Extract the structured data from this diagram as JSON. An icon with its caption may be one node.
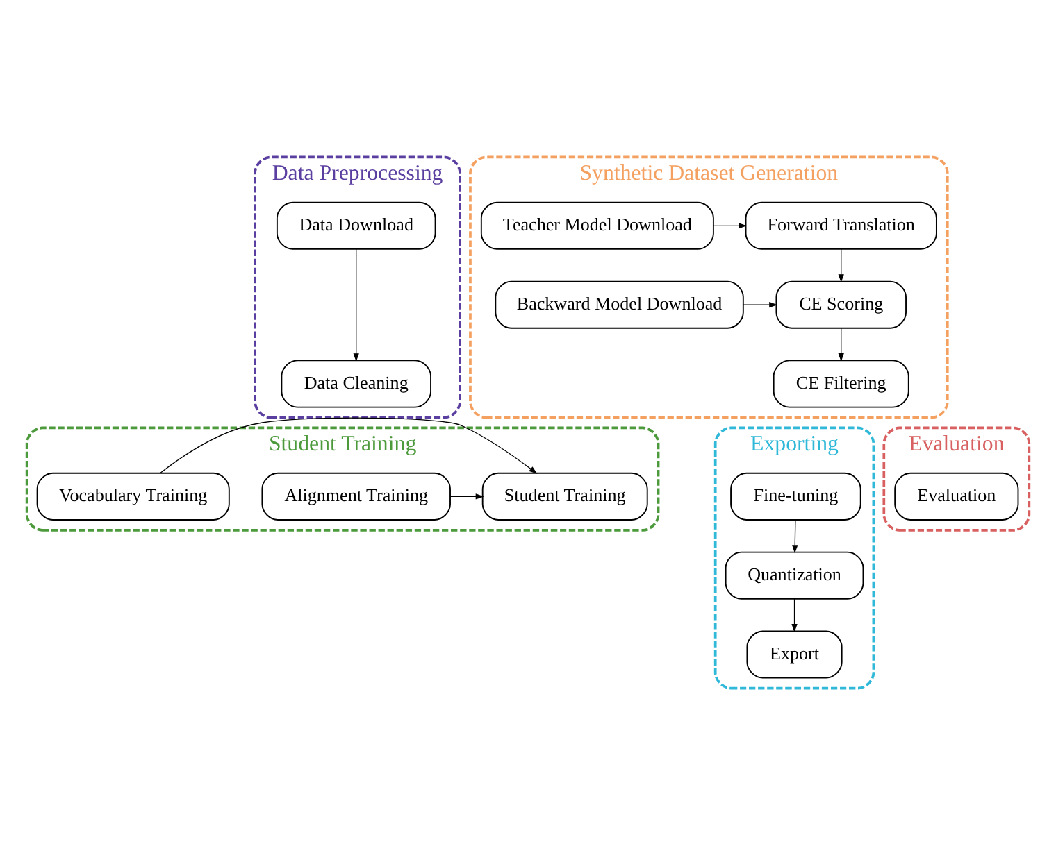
{
  "diagram": {
    "nodes": [
      {
        "text": [
          "Data Preprocessing"
        ]
      },
      {
        "text": [
          "Data Download"
        ],
        "in": 0
      },
      {
        "text": [
          "Data Cleaning"
        ],
        "in": 0
      },
      {
        "text": [
          "Synthetic Dataset Generation"
        ]
      },
      {
        "text": [
          "Teacher Model Download"
        ],
        "in": 3
      },
      {
        "text": [
          "Forward Translation"
        ],
        "in": 3
      },
      {
        "text": [
          "Backward Model Download"
        ],
        "in": 3
      },
      {
        "text": [
          "CE Scoring"
        ],
        "in": 3
      },
      {
        "text": [
          "CE Filtering"
        ],
        "in": 3
      },
      {
        "text": [
          "Student Training"
        ]
      },
      {
        "text": [
          "Alignment Training"
        ],
        "in": 9
      },
      {
        "text": [
          "Vocabulary Training"
        ],
        "in": 9
      },
      {
        "text": [
          "Student Training"
        ],
        "in": 9
      },
      {
        "text": [
          "Exporting"
        ]
      },
      {
        "text": [
          "Fine-tuning"
        ],
        "in": 13
      },
      {
        "text": [
          "Quantization"
        ],
        "in": 13
      },
      {
        "text": [
          "Export"
        ],
        "in": 13
      },
      {
        "text": [
          "Evaluation"
        ]
      },
      {
        "text": [
          "Evaluation"
        ],
        "in": 17
      }
    ],
    "edges": [
      {
        "from": 1,
        "to": 2,
        "arrow": "to"
      },
      {
        "from": 4,
        "to": 5,
        "arrow": "to"
      },
      {
        "from": 5,
        "to": 7,
        "arrow": "to"
      },
      {
        "from": 6,
        "to": 7,
        "arrow": "to"
      },
      {
        "from": 7,
        "to": 8,
        "arrow": "to"
      },
      {
        "from": 10,
        "to": 12,
        "arrow": "to"
      },
      {
        "from": 11,
        "to": 12,
        "arrow": "to"
      },
      {
        "from": 14,
        "to": 15,
        "arrow": "to"
      },
      {
        "from": 15,
        "to": 16,
        "arrow": "to"
      }
    ]
  }
}
